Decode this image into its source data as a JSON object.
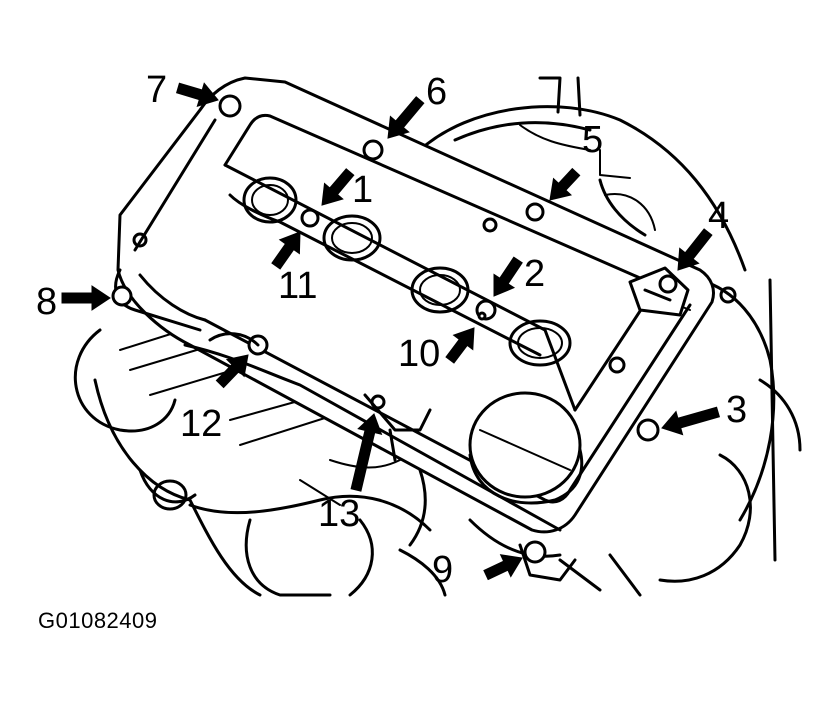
{
  "figure_id": "G01082409",
  "callouts": [
    "1",
    "2",
    "3",
    "4",
    "5",
    "6",
    "7",
    "8",
    "9",
    "10",
    "11",
    "12",
    "13"
  ]
}
